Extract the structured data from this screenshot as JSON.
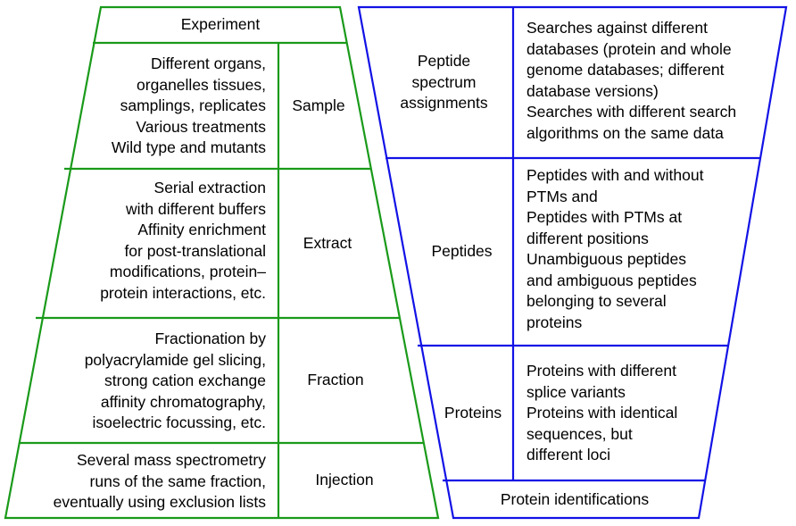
{
  "colors": {
    "left_funnel": "#1a9a1a",
    "right_funnel": "#1212e6",
    "text": "#000000"
  },
  "left_funnel": {
    "header": "Experiment",
    "rows": [
      {
        "label": "Sample",
        "description": [
          "Different organs,",
          "organelles tissues,",
          "samplings, replicates",
          "Various treatments",
          "Wild type and mutants"
        ]
      },
      {
        "label": "Extract",
        "description": [
          "Serial extraction",
          "with different buffers",
          "Affinity enrichment",
          "for post-translational",
          "modifications, protein–",
          "protein interactions, etc."
        ]
      },
      {
        "label": "Fraction",
        "description": [
          "Fractionation by",
          "polyacrylamide gel slicing,",
          "strong cation exchange",
          "affinity chromatography,",
          "isoelectric focussing, etc."
        ]
      },
      {
        "label": "Injection",
        "description": [
          "Several mass spectrometry",
          "runs of the same fraction,",
          "eventually using exclusion lists"
        ]
      }
    ]
  },
  "right_funnel": {
    "rows": [
      {
        "label": [
          "Peptide",
          "spectrum",
          "assignments"
        ],
        "description": [
          "Searches against different",
          "databases (protein and whole",
          "genome databases; different",
          "database versions)",
          "Searches with different search",
          "algorithms on the same data"
        ]
      },
      {
        "label": [
          "Peptides"
        ],
        "description": [
          "Peptides with and without",
          "PTMs and",
          "Peptides with PTMs at",
          "different positions",
          "Unambiguous peptides",
          "and ambiguous peptides",
          "belonging to several",
          "proteins"
        ]
      },
      {
        "label": [
          "Proteins"
        ],
        "description": [
          "Proteins with different",
          "splice variants",
          "Proteins with identical",
          "sequences, but",
          "different loci"
        ]
      }
    ],
    "footer": "Protein identifications"
  }
}
